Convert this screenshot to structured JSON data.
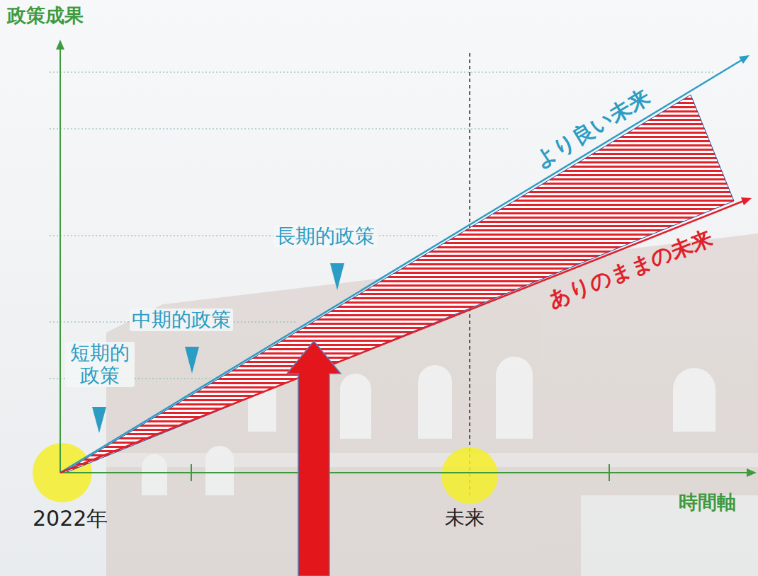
{
  "diagram": {
    "labels": [
      "政策成果",
      "より良い未来",
      "ありのままの未来",
      "長期的政策",
      "中期的政策",
      "短期的 政策",
      "2022年",
      "未来",
      "時間軸"
    ]
  }
}
